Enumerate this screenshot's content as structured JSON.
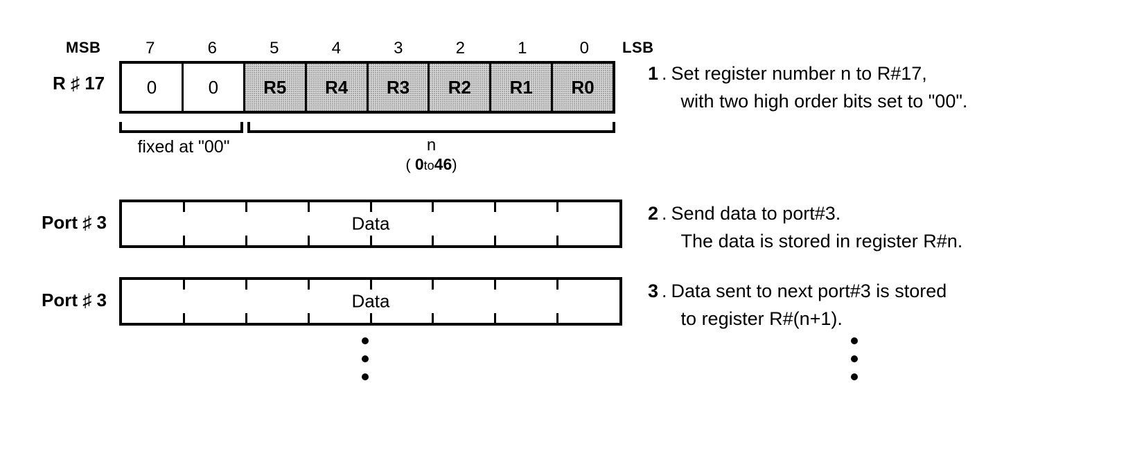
{
  "register_diagram": {
    "msb_label": "MSB",
    "lsb_label": "LSB",
    "register_label": "R ♯ 17",
    "bit_numbers": [
      "7",
      "6",
      "5",
      "4",
      "3",
      "2",
      "1",
      "0"
    ],
    "cells": [
      {
        "value": "0",
        "shaded": false
      },
      {
        "value": "0",
        "shaded": false
      },
      {
        "value": "R5",
        "shaded": true
      },
      {
        "value": "R4",
        "shaded": true
      },
      {
        "value": "R3",
        "shaded": true
      },
      {
        "value": "R2",
        "shaded": true
      },
      {
        "value": "R1",
        "shaded": true
      },
      {
        "value": "R0",
        "shaded": true
      }
    ],
    "brace_fixed_label": "fixed at \"00\"",
    "brace_n_label": "n",
    "brace_n_range_open": "( ",
    "brace_n_range_min": "0",
    "brace_n_range_to": "to",
    "brace_n_range_max": "46",
    "brace_n_range_close": ")"
  },
  "port_rows": [
    {
      "label": "Port ♯ 3",
      "data_label": "Data",
      "cells": 8
    },
    {
      "label": "Port ♯ 3",
      "data_label": "Data",
      "cells": 8
    }
  ],
  "notes": [
    {
      "number": "1",
      "separator": ".",
      "lines": [
        "Set register number n to R#17,",
        "with two high order bits set to \"00\"."
      ]
    },
    {
      "number": "2",
      "separator": ".",
      "lines": [
        "Send data to port#3.",
        "The data is stored in register R#n."
      ]
    },
    {
      "number": "3",
      "separator": ".",
      "lines": [
        "Data sent to next port#3 is stored",
        "to register R#(n+1)."
      ]
    }
  ],
  "continuation": {
    "left_ellipsis": "⋮",
    "right_ellipsis": "⋮"
  },
  "colors": {
    "ink": "#000000",
    "background": "#ffffff",
    "shaded_cell": "#d9d9d9"
  }
}
